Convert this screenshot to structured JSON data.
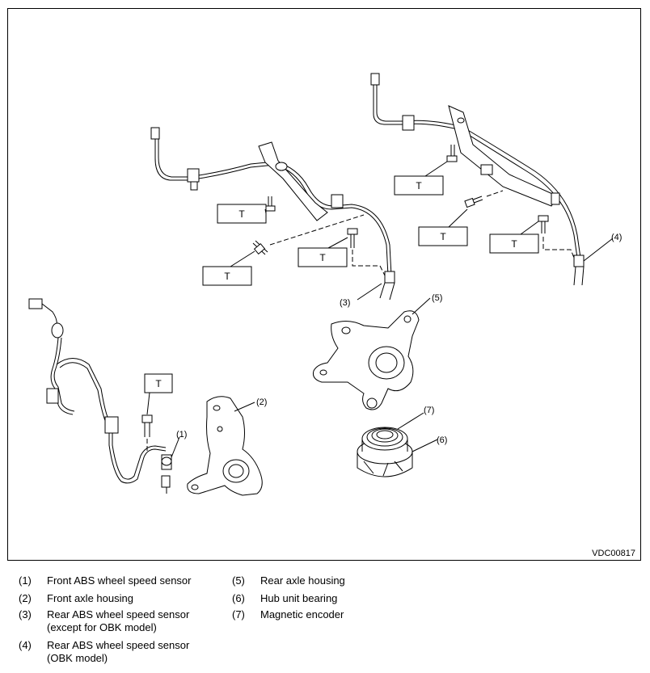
{
  "figure": {
    "code": "VDC00817",
    "callouts": {
      "c1": "(1)",
      "c2": "(2)",
      "c3": "(3)",
      "c4": "(4)",
      "c5": "(5)",
      "c6": "(6)",
      "c7": "(7)"
    },
    "torque_label": "T"
  },
  "legend": {
    "col1": [
      {
        "num": "(1)",
        "text": "Front ABS wheel speed sensor"
      },
      {
        "num": "(2)",
        "text": "Front axle housing"
      },
      {
        "num": "(3)",
        "text": "Rear ABS wheel speed sensor (except for OBK model)"
      },
      {
        "num": "(4)",
        "text": "Rear ABS wheel speed sensor (OBK model)"
      }
    ],
    "col2": [
      {
        "num": "(5)",
        "text": "Rear axle housing"
      },
      {
        "num": "(6)",
        "text": "Hub unit bearing"
      },
      {
        "num": "(7)",
        "text": "Magnetic encoder"
      }
    ]
  }
}
